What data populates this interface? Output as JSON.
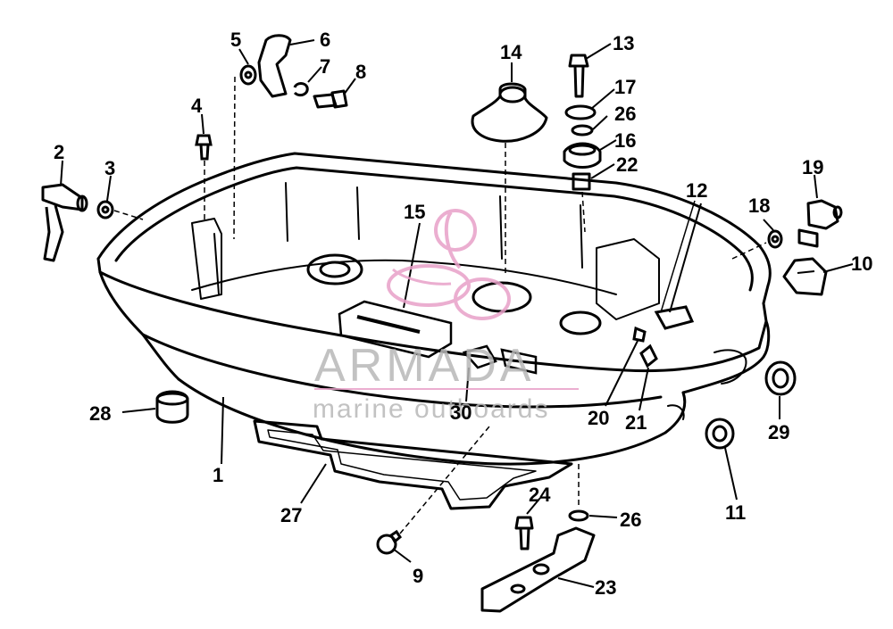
{
  "watermark": {
    "brand": "ARMADA",
    "tagline": "marine outboards",
    "logo": "anchor-propeller-logo",
    "accent_color": "#e8a0c8"
  },
  "callouts": [
    {
      "id": "1",
      "label": "1"
    },
    {
      "id": "2",
      "label": "2"
    },
    {
      "id": "3",
      "label": "3"
    },
    {
      "id": "4",
      "label": "4"
    },
    {
      "id": "5",
      "label": "5"
    },
    {
      "id": "6",
      "label": "6"
    },
    {
      "id": "7",
      "label": "7"
    },
    {
      "id": "8",
      "label": "8"
    },
    {
      "id": "9",
      "label": "9"
    },
    {
      "id": "10",
      "label": "10"
    },
    {
      "id": "11",
      "label": "11"
    },
    {
      "id": "12",
      "label": "12"
    },
    {
      "id": "13",
      "label": "13"
    },
    {
      "id": "14",
      "label": "14"
    },
    {
      "id": "15",
      "label": "15"
    },
    {
      "id": "16",
      "label": "16"
    },
    {
      "id": "17",
      "label": "17"
    },
    {
      "id": "18",
      "label": "18"
    },
    {
      "id": "19",
      "label": "19"
    },
    {
      "id": "20",
      "label": "20"
    },
    {
      "id": "21",
      "label": "21"
    },
    {
      "id": "22",
      "label": "22"
    },
    {
      "id": "23",
      "label": "23"
    },
    {
      "id": "24",
      "label": "24"
    },
    {
      "id": "26a",
      "label": "26"
    },
    {
      "id": "26b",
      "label": "26"
    },
    {
      "id": "27",
      "label": "27"
    },
    {
      "id": "28",
      "label": "28"
    },
    {
      "id": "29",
      "label": "29"
    },
    {
      "id": "30",
      "label": "30"
    }
  ]
}
